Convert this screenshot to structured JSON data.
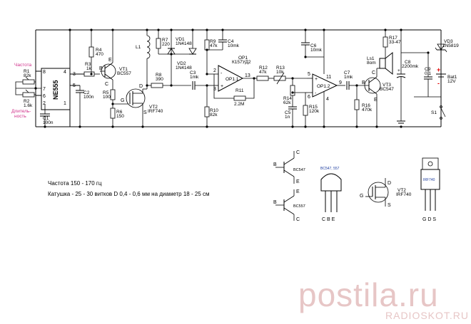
{
  "labels": {
    "freq": "Частота",
    "dur1": "Длитель-",
    "dur2": "ность",
    "r1": "R1",
    "r1v": "82k",
    "r2": "R2",
    "r2v": "1.6k",
    "c1": "C1",
    "c1v": "100n",
    "ne555": "NE555",
    "r3": "R3",
    "r3v": "1k",
    "r4": "R4",
    "r4v": "470",
    "c2": "C2",
    "c2v": "100n",
    "vt1": "VT1",
    "vt1v": "BC557",
    "r5": "R5",
    "r5v": "100",
    "r6": "R6",
    "r6v": "150",
    "vt2": "VT2",
    "vt2v": "IRF740",
    "l1": "L1",
    "r7": "R7",
    "r7v": "220",
    "vd1": "VD1",
    "vd1v": "1N4148",
    "vd2": "VD2",
    "vd2v": "1N4148",
    "r8": "R8",
    "r8v": "390",
    "c3": "C3",
    "c3v": "1mk",
    "r9": "R9",
    "r9v": "47k",
    "c4": "C4",
    "c4v": "10mk",
    "op1": "OP1",
    "op1v": "К157УД2",
    "op11": "OP1.1",
    "r10": "R10",
    "r10v": "82k",
    "r11": "R11",
    "r11v": "2.2M",
    "r12": "R12",
    "r12v": "47k",
    "r13": "R13",
    "r13v": "10k",
    "r14": "R14",
    "r14v": "62k",
    "c5": "C5",
    "c5v": "1n",
    "r15": "R15",
    "r15v": "120k",
    "c6": "C6",
    "c6v": "10mk",
    "op12": "OP1.2",
    "c7": "C7",
    "c7v": "1mk",
    "r16": "R16",
    "r16v": "470k",
    "vt3": "VT3",
    "vt3v": "BC547",
    "r17": "R17",
    "r17v": "33-47",
    "ls1": "Ls1",
    "ls1v": "8om",
    "c8": "C8",
    "c8v": "2200mk",
    "c9": "C9",
    "c9v": "0.1",
    "vd3": "VD3",
    "vd3v": "1N5819",
    "bat1": "Bat1",
    "bat1v": "12V",
    "s1": "S1",
    "plus": "+",
    "minus": "-",
    "pin_b": "B",
    "pin_c": "C",
    "pin_e": "E",
    "pin_g": "G",
    "pin_d": "D",
    "pin_s": "S",
    "bc547": "BC547",
    "bc557": "BC557",
    "pkg_to92": "BC547, 557",
    "pkg_cbe": "C B E",
    "vt2b": "VT2",
    "vt2bv": "IRF740",
    "pkg_to220": "IRF740",
    "pkg_gds": "G D S"
  },
  "pins": {
    "p8": "8",
    "p4": "4",
    "p7": "7",
    "p6": "6",
    "p2": "2",
    "p1": "1",
    "p3": "3",
    "p5": "5",
    "op_p2": "2",
    "op_p3": "3",
    "op_p13": "13",
    "op_p5": "5",
    "op_p6": "6",
    "op_p11": "11",
    "op_p9": "9",
    "op_p4": "4"
  },
  "notes": {
    "freq_range": "Частота 150 - 170 гц",
    "coil": "Катушка - 25 - 30 витков D 0,4 - 0,6 мм на диаметр 18 - 25 см"
  },
  "watermark": {
    "main": "postila.ru",
    "sub": "RADIOSKOT.RU"
  },
  "colors": {
    "accent_pink": "#d0308a",
    "battery_red": "#e00000",
    "package_blue": "#1e3ea0"
  }
}
